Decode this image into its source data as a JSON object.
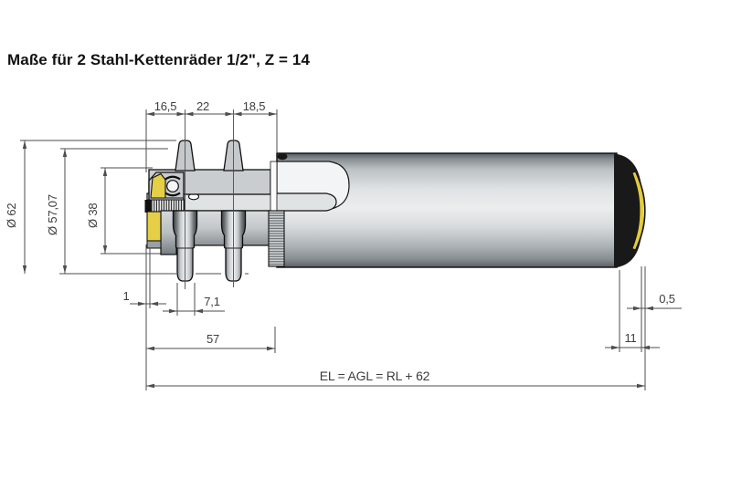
{
  "drawing": {
    "title": "Maße für 2 Stahl-Kettenräder 1/2\", Z = 14",
    "dims": {
      "top_hub_width": "16,5",
      "sprocket_spacing": "22",
      "hub_to_tube": "18,5",
      "outer_diameter": "Ø 62",
      "pitch_diameter": "Ø 57,07",
      "hub_diameter": "Ø 38",
      "clearance": "1",
      "tooth_width": "7,1",
      "drive_head_length": "57",
      "cap_protrusion": "0,5",
      "bearing_overhang": "11",
      "length_formula": "EL = AGL = RL + 62"
    },
    "colors": {
      "accent_yellow": "#e4cf46",
      "cap_black": "#191919",
      "dim_line": "#4d4d4d",
      "metal_light": "#ecedee",
      "metal_dark": "#63686c"
    }
  }
}
